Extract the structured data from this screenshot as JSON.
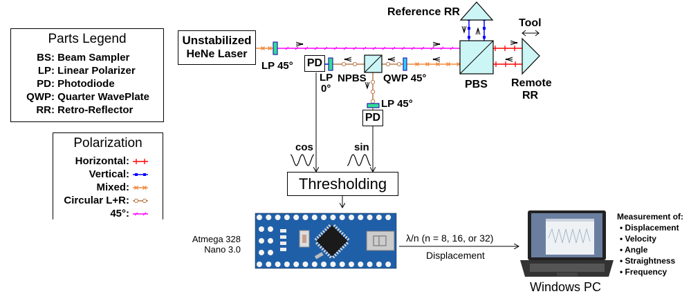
{
  "parts_legend": {
    "title": "Parts Legend",
    "items": [
      {
        "abbr": "BS:",
        "name": "Beam Sampler"
      },
      {
        "abbr": "LP:",
        "name": "Linear Polarizer"
      },
      {
        "abbr": "PD:",
        "name": "Photodiode"
      },
      {
        "abbr": "QWP:",
        "name": "Quarter WavePlate"
      },
      {
        "abbr": "RR:",
        "name": "Retro-Reflector"
      }
    ]
  },
  "polarization_legend": {
    "title": "Polarization",
    "items": [
      {
        "label": "Horizontal:",
        "color": "#ff0000",
        "marker": "tick"
      },
      {
        "label": "Vertical:",
        "color": "#0000ff",
        "marker": "square"
      },
      {
        "label": "Mixed:",
        "color": "#f0883c",
        "marker": "x"
      },
      {
        "label": "Circular L+R:",
        "color": "#b8784a",
        "marker": "circle"
      },
      {
        "label": "45°:",
        "color": "#ff00ff",
        "marker": "slash"
      }
    ]
  },
  "components": {
    "laser": {
      "line1": "Unstabilized",
      "line2": "HeNe Laser"
    },
    "lp45_laser": "LP 45°",
    "pd_left": "PD",
    "lp0_line1": "LP",
    "lp0_line2": "0°",
    "npbs": "NPBS",
    "qwp": "QWP 45°",
    "lp45_lower": "LP 45°",
    "pd_lower": "PD",
    "pbs": "PBS",
    "reference_rr": "Reference RR",
    "tool": "Tool",
    "remote_rr_line1": "Remote",
    "remote_rr_line2": "RR"
  },
  "signals": {
    "cos": "cos",
    "sin": "sin"
  },
  "thresholding": "Thresholding",
  "board": {
    "line1": "Atmega 328",
    "line2": "Nano 3.0"
  },
  "link": {
    "top": "λ/n (n = 8, 16, or 32)",
    "bottom": "Displacement"
  },
  "pc": {
    "label": "Windows PC",
    "measurement_title": "Measurement of:",
    "measurements": [
      "Displacement",
      "Velocity",
      "Angle",
      "Straightness",
      "Frequency"
    ]
  },
  "colors": {
    "horizontal": "#ff0000",
    "vertical": "#0000ff",
    "mixed": "#f0883c",
    "circular": "#b8784a",
    "deg45": "#ff00ff",
    "optic_fill": "#ccf5f5",
    "polarizer_fill": "#33dd99",
    "qwp_fill": "#33ccff"
  }
}
